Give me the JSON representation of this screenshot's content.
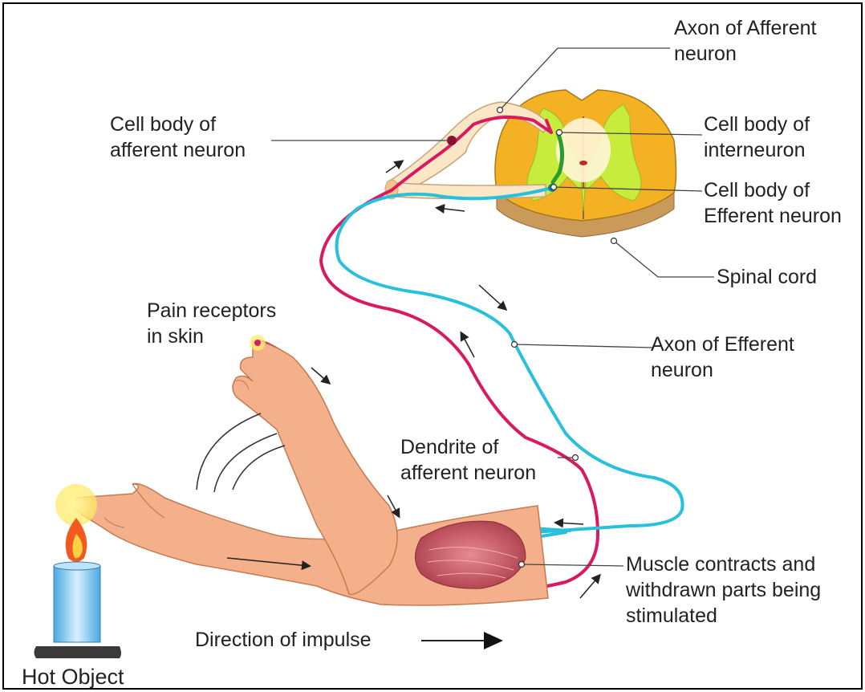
{
  "labels": {
    "axon_afferent": "Axon of Afferent\nneuron",
    "cell_body_afferent": "Cell body of\nafferent neuron",
    "cell_body_interneuron": "Cell body of\ninterneuron",
    "cell_body_efferent": "Cell body of\nEfferent neuron",
    "spinal_cord": "Spinal cord",
    "pain_receptors": "Pain receptors\nin skin",
    "axon_efferent": "Axon of Efferent\nneuron",
    "dendrite_afferent": "Dendrite of\nafferent neuron",
    "muscle": "Muscle contracts and\nwithdrawn parts being\nstimulated",
    "direction": "Direction of impulse",
    "hot_object": "Hot Object"
  },
  "colors": {
    "afferent": "#d81b60",
    "efferent": "#29c0dc",
    "interneuron": "#2e9b2e",
    "grey_matter": "#c8ec3c",
    "white_matter": "#f4b123",
    "skin": "#f4b08a",
    "muscle": "#c0505a",
    "candle": "#7fc8f0",
    "flame": "#f05a20"
  }
}
